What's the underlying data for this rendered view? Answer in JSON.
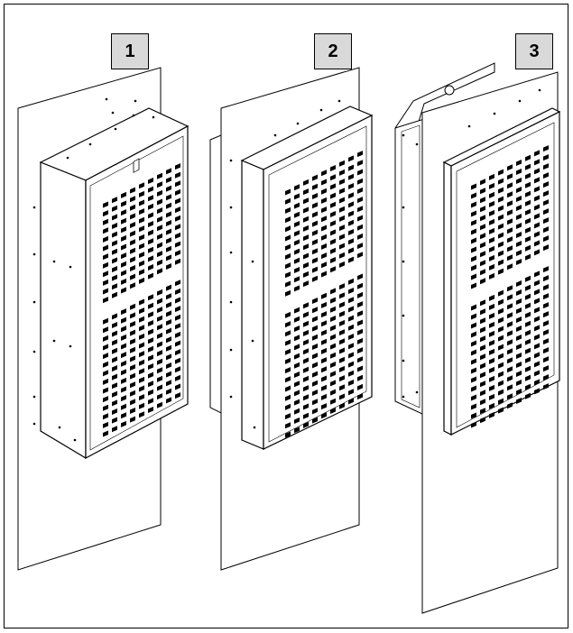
{
  "steps": [
    {
      "label": "1"
    },
    {
      "label": "2"
    },
    {
      "label": "3"
    }
  ],
  "colors": {
    "line": "#000000",
    "label_box": "#d9d9d9",
    "background": "#ffffff"
  }
}
